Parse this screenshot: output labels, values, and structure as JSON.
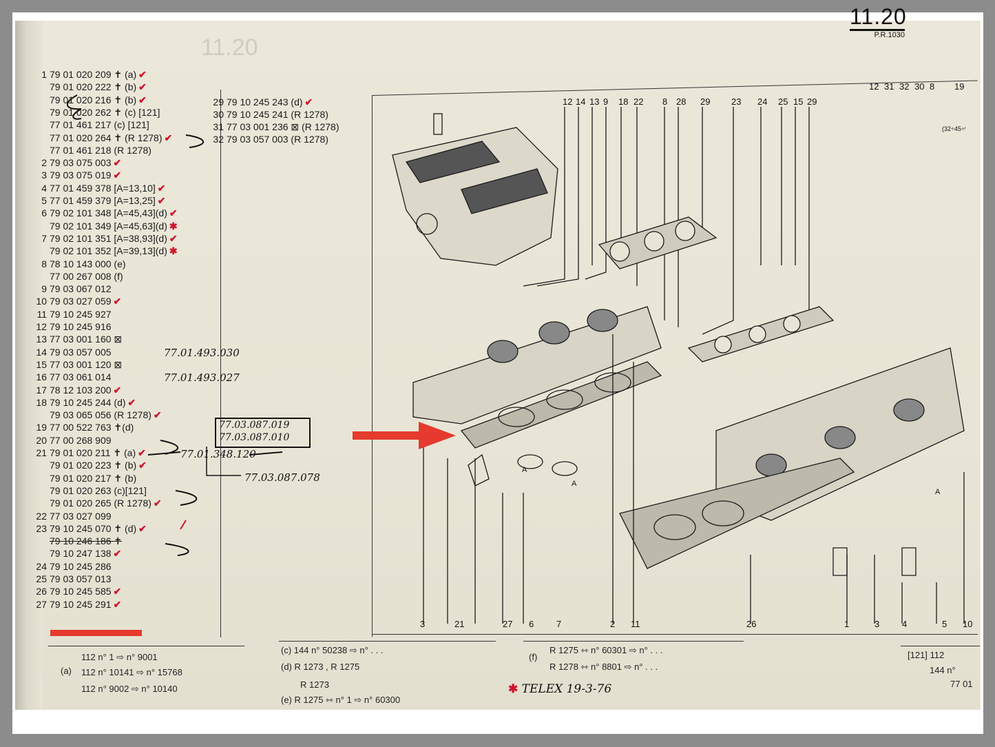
{
  "page": {
    "number": "11.20",
    "ref": "P.R.1030"
  },
  "parts_col1": [
    {
      "ref": "1",
      "part": "79 01 020 209 ✝ (a)",
      "tick": "✔"
    },
    {
      "ref": "",
      "part": "79 01 020 222 ✝ (b)",
      "tick": "✔"
    },
    {
      "ref": "",
      "part": "79 01 020 216 ✝ (b)",
      "tick": "✔"
    },
    {
      "ref": "",
      "part": "79 01 020 262 ✝ (c) [121]",
      "tick": ""
    },
    {
      "ref": "",
      "part": "77 01 461 217 (c) [121]",
      "tick": ""
    },
    {
      "ref": "",
      "part": "77 01 020 264 ✝ (R 1278)",
      "tick": "✔"
    },
    {
      "ref": "",
      "part": "77 01 461 218 (R 1278)",
      "tick": ""
    },
    {
      "ref": "2",
      "part": "79 03 075 003",
      "tick": "✔"
    },
    {
      "ref": "3",
      "part": "79 03 075 019",
      "tick": "✔"
    },
    {
      "ref": "4",
      "part": "77 01 459 378 [A=13,10]",
      "tick": "✔"
    },
    {
      "ref": "5",
      "part": "77 01 459 379 [A=13,25]",
      "tick": "✔"
    },
    {
      "ref": "6",
      "part": "79 02 101 348 [A=45,43](d)",
      "tick": "✔"
    },
    {
      "ref": "",
      "part": "79 02 101 349 [A=45,63](d)",
      "tick": "✱"
    },
    {
      "ref": "7",
      "part": "79 02 101 351 [A=38,93](d)",
      "tick": "✔"
    },
    {
      "ref": "",
      "part": "79 02 101 352 [A=39,13](d)",
      "tick": "✱"
    },
    {
      "ref": "8",
      "part": "78 10 143 000 (e)",
      "tick": ""
    },
    {
      "ref": "",
      "part": "77 00 267 008 (f)",
      "tick": ""
    },
    {
      "ref": "9",
      "part": "79 03 067 012",
      "tick": ""
    },
    {
      "ref": "10",
      "part": "79 03 027 059",
      "tick": "✔"
    },
    {
      "ref": "11",
      "part": "79 10 245 927",
      "tick": ""
    },
    {
      "ref": "12",
      "part": "79 10 245 916",
      "tick": ""
    },
    {
      "ref": "13",
      "part": "77 03 001 160 ⊠",
      "tick": ""
    },
    {
      "ref": "14",
      "part": "79 03 057 005",
      "tick": ""
    },
    {
      "ref": "15",
      "part": "77 03 001 120 ⊠",
      "tick": ""
    },
    {
      "ref": "16",
      "part": "77 03 061 014",
      "tick": ""
    },
    {
      "ref": "17",
      "part": "78 12 103 200",
      "tick": "✔"
    },
    {
      "ref": "18",
      "part": "79 10 245 244 (d)",
      "tick": "✔"
    },
    {
      "ref": "",
      "part": "79 03 065 056 (R 1278)",
      "tick": "✔"
    },
    {
      "ref": "19",
      "part": "77 00 522 763 ✝(d)",
      "tick": ""
    },
    {
      "ref": "20",
      "part": "77 00 268 909",
      "tick": ""
    },
    {
      "ref": "21",
      "part": "79 01 020 211 ✝ (a)",
      "tick": "✔"
    },
    {
      "ref": "",
      "part": "79 01 020 223 ✝ (b)",
      "tick": "✔"
    },
    {
      "ref": "",
      "part": "79 01 020 217 ✝ (b)",
      "tick": ""
    },
    {
      "ref": "",
      "part": "79 01 020 263 (c)[121]",
      "tick": ""
    },
    {
      "ref": "",
      "part": "79 01 020 265 (R 1278)",
      "tick": "✔"
    },
    {
      "ref": "22",
      "part": "77 03 027 099",
      "tick": ""
    },
    {
      "ref": "23",
      "part": "79 10 245 070 ✝ (d)",
      "tick": "✔"
    },
    {
      "ref": "",
      "part": "79 10 246 186 ✝",
      "tick": "",
      "strike": true
    },
    {
      "ref": "",
      "part": "79 10 247 138",
      "tick": "✔"
    },
    {
      "ref": "24",
      "part": "79 10 245 286",
      "tick": ""
    },
    {
      "ref": "25",
      "part": "79 03 057 013",
      "tick": ""
    },
    {
      "ref": "26",
      "part": "79 10 245 585",
      "tick": "✔"
    },
    {
      "ref": "27",
      "part": "79 10 245 291",
      "tick": "✔"
    }
  ],
  "parts_col2": [
    {
      "ref": "29",
      "part": "79 10 245 243 (d)",
      "tick": "✔"
    },
    {
      "ref": "30",
      "part": "79 10 245 241 (R 1278)",
      "tick": ""
    },
    {
      "ref": "31",
      "part": "77 03 001 236 ⊠ (R 1278)",
      "tick": ""
    },
    {
      "ref": "32",
      "part": "79 03 057 003 (R 1278)",
      "tick": ""
    }
  ],
  "handwritten": {
    "n13": "77.01.493.030",
    "n15": "77.01.493.027",
    "box1": "77.03.087.019",
    "box2": "77.03.087.010",
    "n20": "77.01.348.120",
    "n21": "77.03.087.078"
  },
  "top_callouts": [
    "12",
    "14",
    "13",
    "9",
    "18",
    "22",
    "8",
    "28",
    "29",
    "23",
    "24",
    "25",
    "15",
    "29",
    "12",
    "31",
    "32",
    "30",
    "8",
    "19"
  ],
  "bottom_callouts": [
    "3",
    "21",
    "27",
    "6",
    "7",
    "2",
    "11",
    "26",
    "1",
    "3",
    "4",
    "5",
    "10"
  ],
  "diagram_labels": {
    "dim_a": "A",
    "mark_32": "(32÷45÷9)"
  },
  "footer": {
    "a_label": "(a)",
    "a1": "112 n° 1 ⇨ n° 9001",
    "a2": "112 n° 10141 ⇨ n° 15768",
    "a3": "112 n° 9002 ⇨ n° 10140",
    "c": "(c) 144 n° 50238 ⇨ n° . . .",
    "d": "(d) R 1273 , R 1275",
    "e_top": "R 1273",
    "e": "(e) R 1275 ⇿ n° 1 ⇨ n° 60300",
    "f_label": "(f)",
    "f1": "R 1275 ⇿ n° 60301 ⇨ n° . . .",
    "f2": "R 1278 ⇿ n° 8801 ⇨ n° . . .",
    "r121": "[121] 112",
    "r121b": "144 n°",
    "r121c": "77 01"
  },
  "telex": {
    "star": "✱",
    "text": "TELEX 19-3-76"
  },
  "colors": {
    "ink": "#1a1a1a",
    "red_annotation": "#d0142b",
    "arrow": "#e53a2d",
    "paper": "#ebe7d9"
  }
}
